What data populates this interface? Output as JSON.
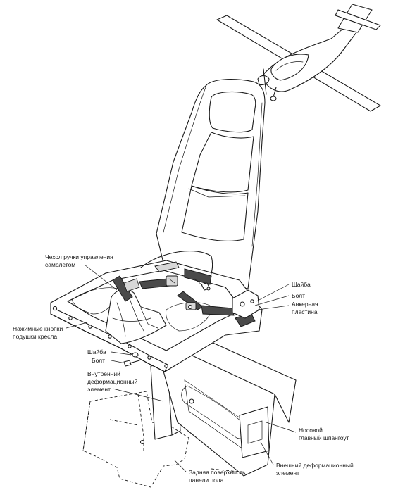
{
  "labels": {
    "stick_boot_l1": "Чехол ручки управления",
    "stick_boot_l2": "самолетом",
    "washer_right": "Шайба",
    "bolt_right": "Болт",
    "anchor_l1": "Анкерная",
    "anchor_l2": "пластина",
    "cushion_buttons_l1": "Нажимные кнопки",
    "cushion_buttons_l2": "подушки кресла",
    "washer_left": "Шайба",
    "bolt_left": "Болт",
    "inner_l1": "Внутренний",
    "inner_l2": "деформационный",
    "inner_l3": "элемент",
    "nose_l1": "Носовой",
    "nose_l2": "главный шпангоут",
    "outer_l1": "Внешний деформационный",
    "outer_l2": "элемент",
    "floor_l1": "Задняя поверхность",
    "floor_l2": "панели пола"
  }
}
